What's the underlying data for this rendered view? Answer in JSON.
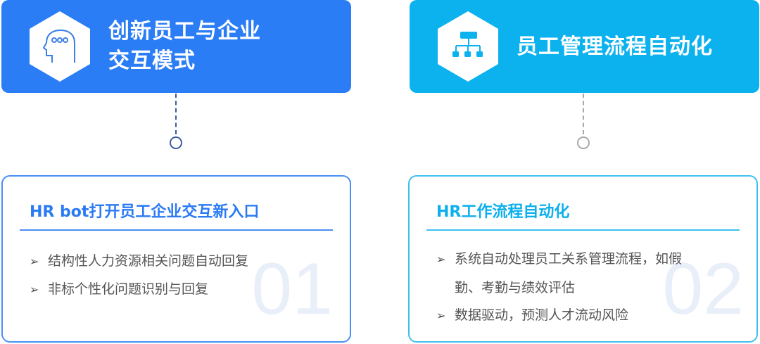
{
  "colors": {
    "blue": "#2b7df6",
    "cyan": "#0cb2ee"
  },
  "cards": [
    {
      "header": "创新员工与企业交互模式",
      "header_lines": [
        "创新员工与企业",
        "交互模式"
      ],
      "icon": "head-thinking-icon",
      "title": "HR bot打开员工企业交互新入口",
      "number": "01",
      "bullets": [
        "结构性人力资源相关问题自动回复",
        "非标个性化问题识别与回复"
      ]
    },
    {
      "header": "员工管理流程自动化",
      "icon": "org-chart-icon",
      "title": "HR工作流程自动化",
      "number": "02",
      "bullets": [
        "系统自动处理员工关系管理流程，如假勤、考勤与绩效评估",
        "数据驱动，预测人才流动风险"
      ],
      "bullet1_lines": [
        "系统自动处理员工关系管理流程，如假",
        "勤、考勤与绩效评估"
      ]
    }
  ]
}
